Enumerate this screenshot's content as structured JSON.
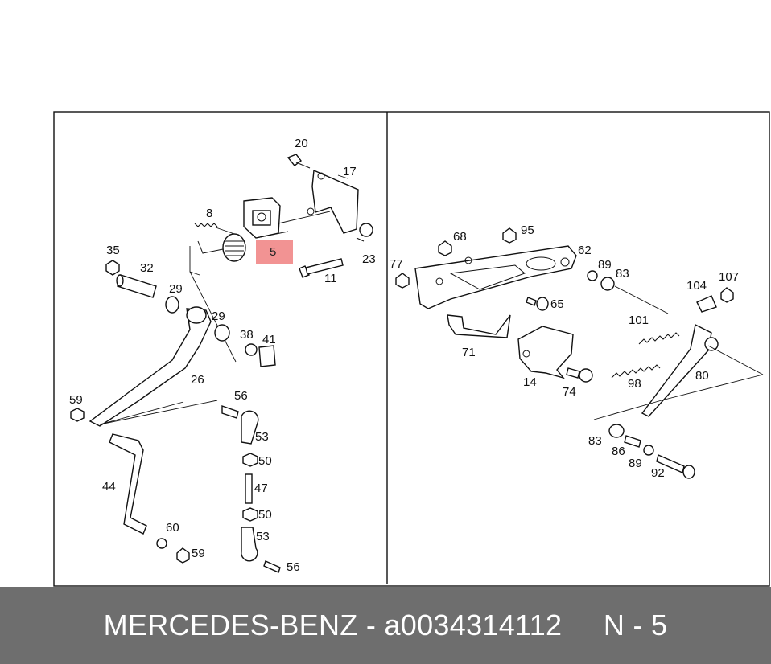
{
  "diagram": {
    "highlighted_part": "5",
    "left_panel_callouts": [
      "20",
      "17",
      "8",
      "5",
      "23",
      "35",
      "32",
      "11",
      "29",
      "29",
      "38",
      "41",
      "26",
      "59",
      "56",
      "53",
      "50",
      "47",
      "50",
      "53",
      "44",
      "60",
      "59",
      "56"
    ],
    "right_panel_callouts": [
      "68",
      "95",
      "62",
      "77",
      "89",
      "83",
      "104",
      "107",
      "65",
      "101",
      "71",
      "14",
      "74",
      "98",
      "80",
      "83",
      "86",
      "89",
      "92"
    ]
  },
  "footer": {
    "brand": "MERCEDES-BENZ",
    "separator": " - ",
    "part_number": "a0034314112",
    "position_label": "N - 5"
  },
  "colors": {
    "highlight": "#f08080",
    "footer_background": "#6e6e6e",
    "footer_text": "#ffffff"
  }
}
